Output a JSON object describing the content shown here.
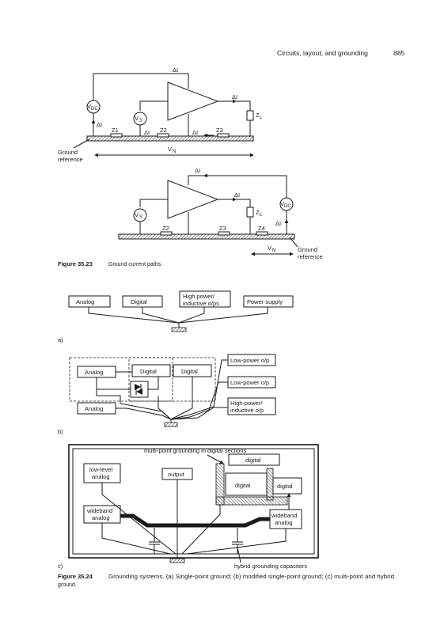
{
  "header": {
    "running_title": "Circuits, layout, and grounding",
    "page_number": "885"
  },
  "fig23": {
    "top": {
      "delta_i": "ΔI",
      "vdc": "V",
      "vdc_sub": "DC",
      "vs": "V",
      "vs_sub": "S",
      "zl": "Z",
      "zl_sub": "L",
      "z1": "Z1",
      "z2": "Z2",
      "z3": "Z3",
      "vn": "V",
      "vn_sub": "N",
      "ground_ref_1": "Ground",
      "ground_ref_2": "reference"
    },
    "bottom": {
      "delta_i": "ΔI",
      "vdc": "V",
      "vdc_sub": "DC",
      "vs": "V",
      "vs_sub": "S",
      "zl": "Z",
      "zl_sub": "L",
      "z2": "Z2",
      "z3": "Z3",
      "z4": "Z4",
      "vn": "V",
      "vn_sub": "N",
      "ground_ref_1": "Ground",
      "ground_ref_2": "reference"
    },
    "caption_label": "Figure 35.23",
    "caption_text": "Ground current paths."
  },
  "fig24": {
    "a": {
      "label": "a)",
      "boxes": [
        "Analog",
        "Digital",
        "High power/",
        "inductive o/ps",
        "Power supply"
      ]
    },
    "b": {
      "label": "b)",
      "analog_1": "Analog",
      "digital_1": "Digital",
      "digital_2": "Digital",
      "analog_2": "Analog",
      "low_power_1": "Low-power o/p",
      "low_power_2": "Low-power o/p",
      "high_power_1": "High-power/",
      "high_power_2": "inductive o/p"
    },
    "c": {
      "label": "c)",
      "multipoint_note": "multi-point grounding in digital sections",
      "low_level_1": "low-level",
      "low_level_2": "analog",
      "output": "output",
      "digital_top": "digital",
      "digital_mid": "digital",
      "digital_right": "digital",
      "wideband_l1": "wideband",
      "wideband_l2": "analog",
      "wideband_r1": "wideband",
      "wideband_r2": "analog",
      "hybrid_note": "hybrid grounding capacitors"
    },
    "caption_label": "Figure 35.24",
    "caption_text_1": "Grounding systems. (a) Single-point ground; (b) modified single-point ground; (c) multi-point and hybrid",
    "caption_text_2": "ground."
  }
}
